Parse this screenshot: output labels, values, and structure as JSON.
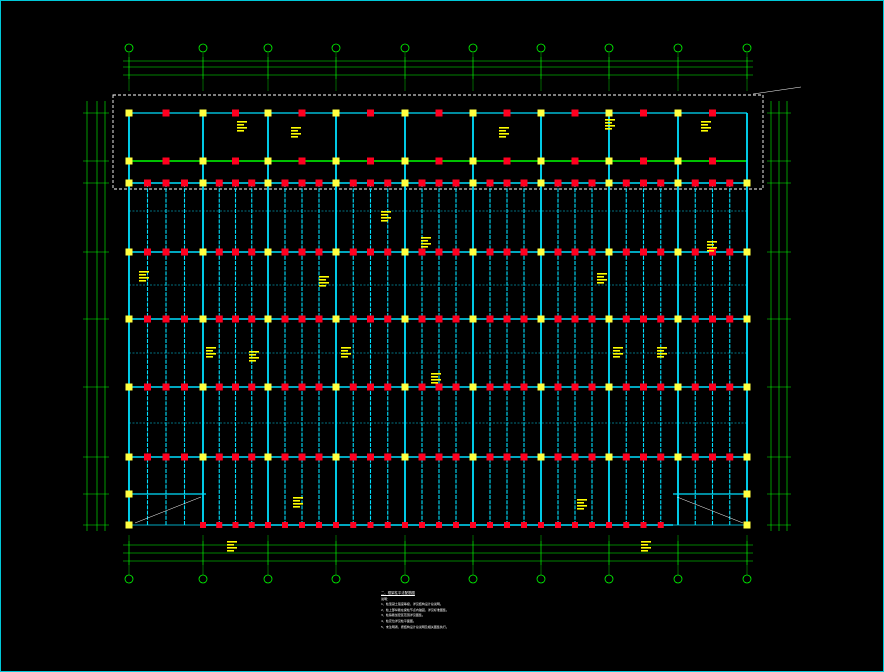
{
  "colors": {
    "background": "#000000",
    "frame": "#00c8d8",
    "grid_axis": "#00ff00",
    "beam": "#00e0ff",
    "column_red": "#ff0020",
    "column_yellow": "#ffff40",
    "text": "#ffffff",
    "annotation": "#ffff00",
    "dimension": "#00ff00",
    "dashed_zone": "#ffffff"
  },
  "plan": {
    "grid_columns": 10,
    "grid_rows": 7,
    "intermediate_beams_per_bay": 3,
    "column_lines_x": [
      128,
      202,
      267,
      335,
      404,
      472,
      540,
      608,
      677,
      746
    ],
    "beam_rows_y": [
      112,
      160,
      182,
      251,
      318,
      386,
      456,
      493,
      524
    ]
  },
  "notes": {
    "title": "二、框架柱平法配筋图",
    "label": "说明：",
    "items": [
      "1、柱混凝土强度等级，详见结构设计总说明。",
      "2、柱上部纵筋在梁柱节点内锚固，详见标准图集。",
      "3、柱箍筋加密区范围详见图集。",
      "4、柱定位详见柱平面图。",
      "5、未注明者，按结构设计总说明及相关图集执行。"
    ]
  }
}
